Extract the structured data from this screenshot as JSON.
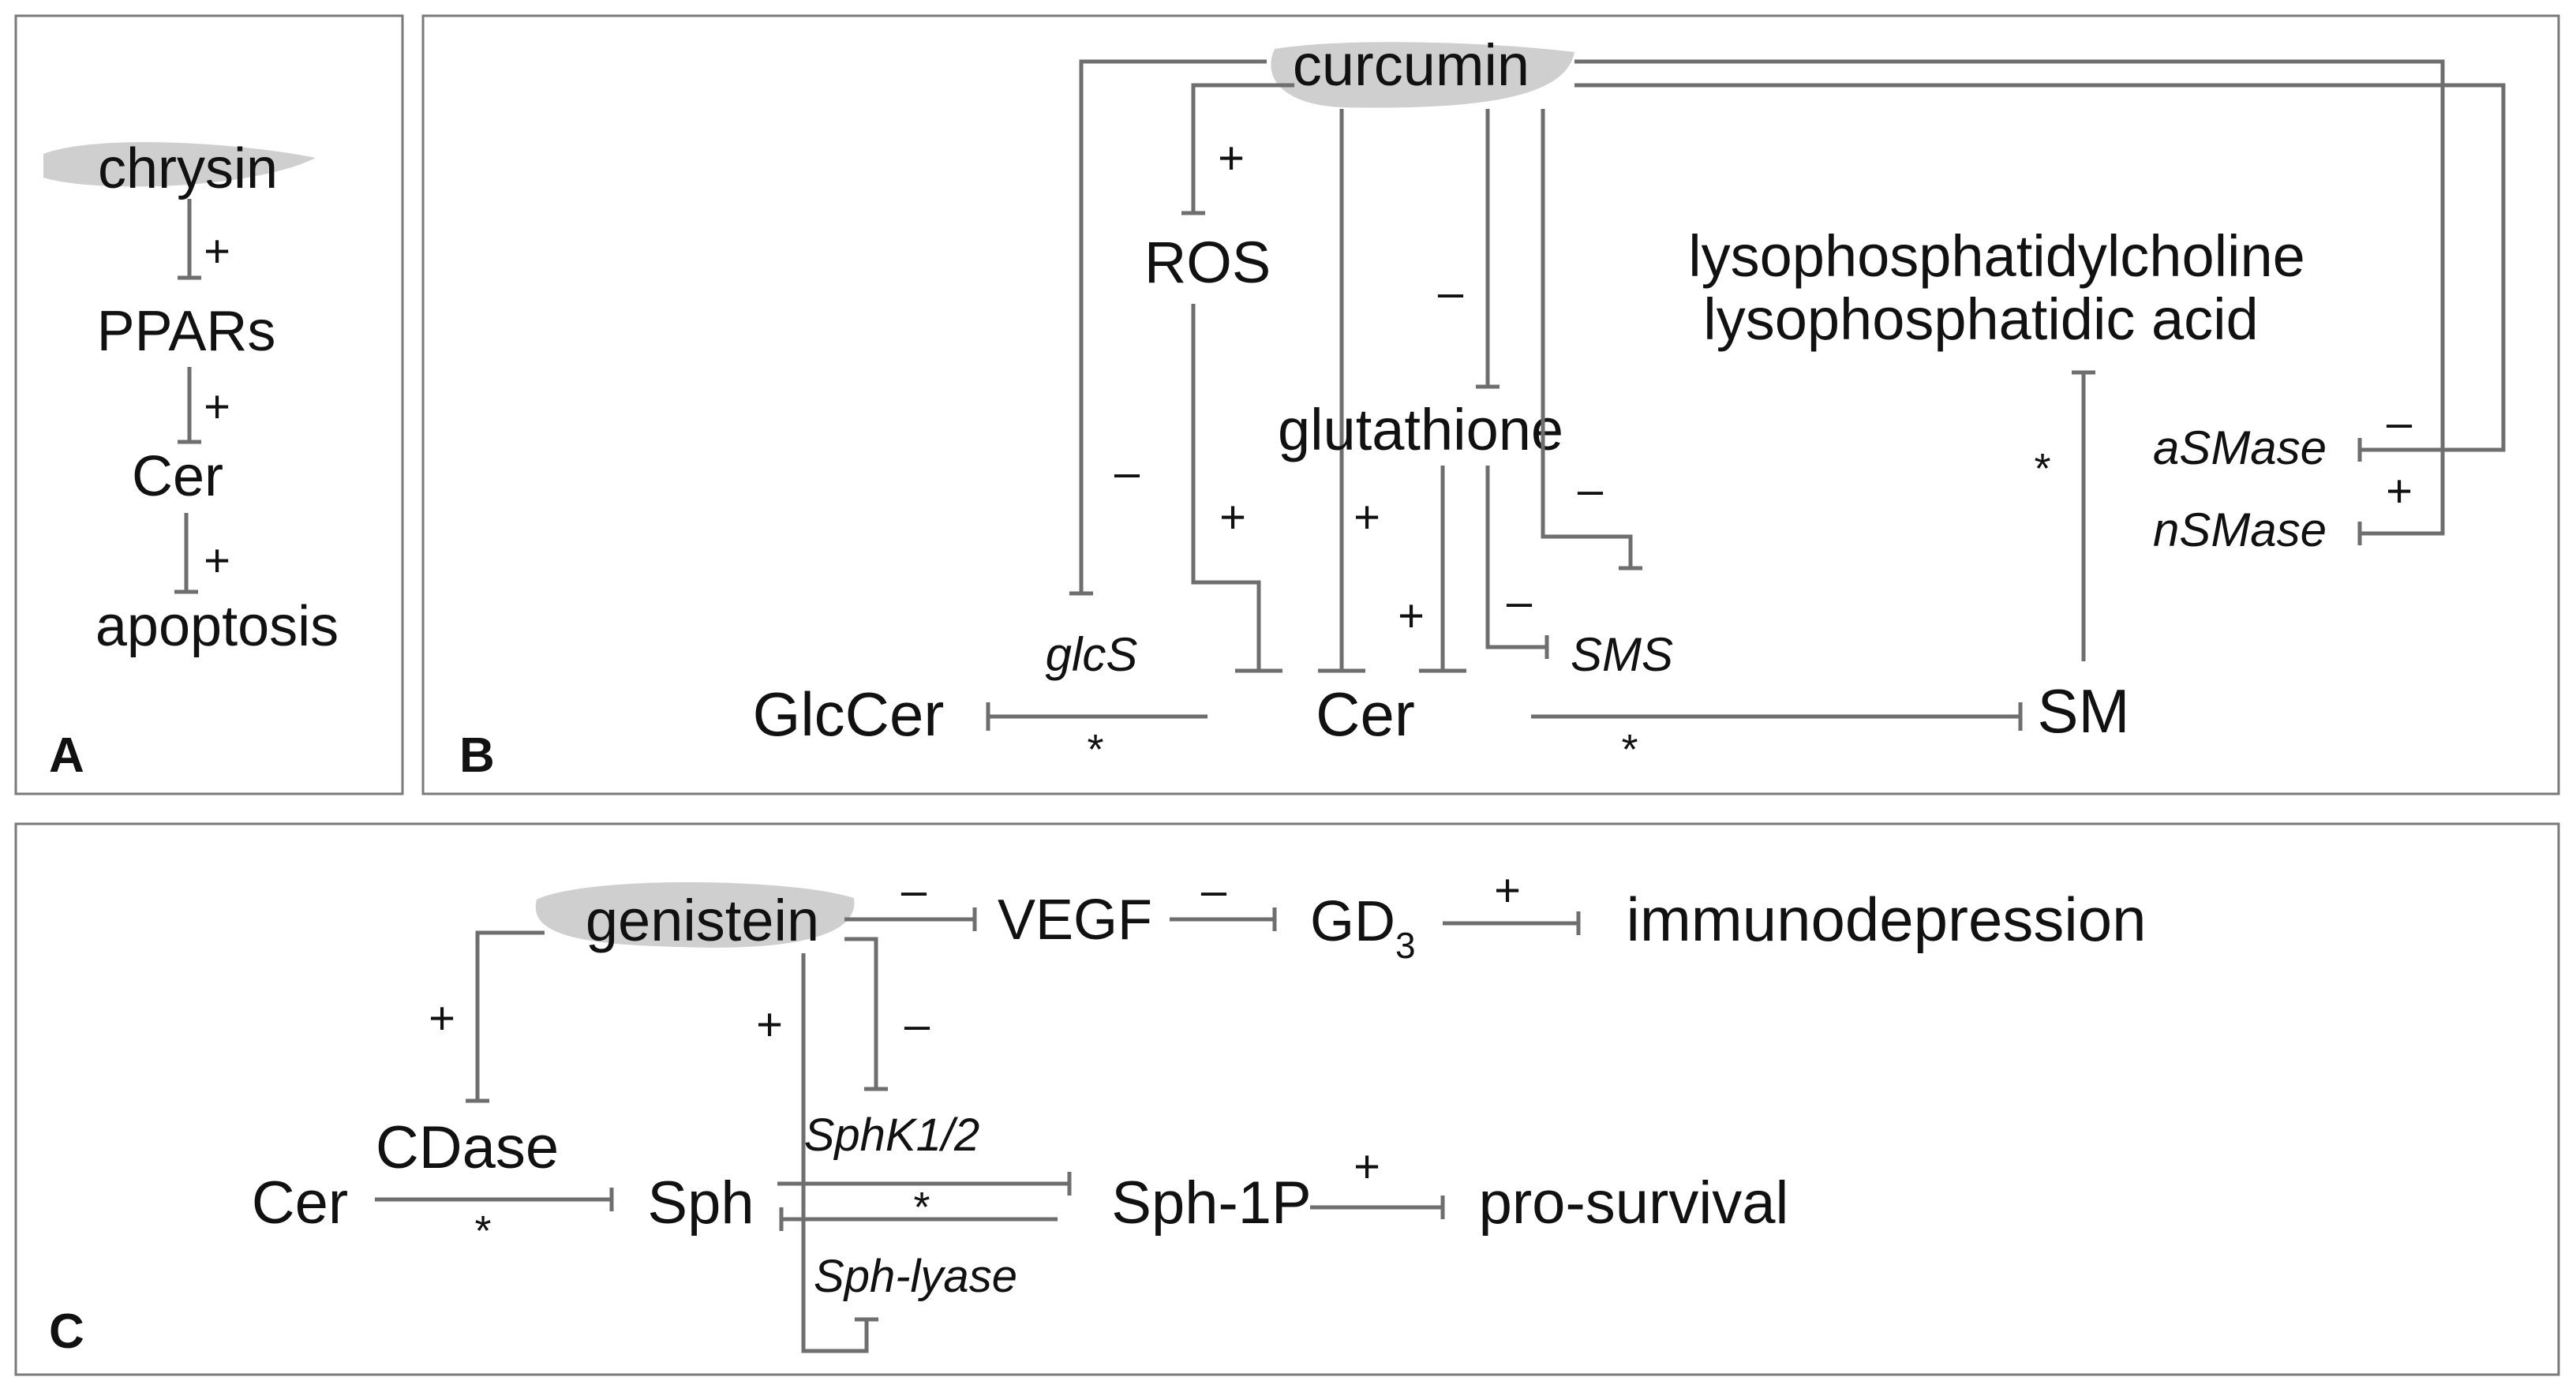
{
  "colors": {
    "line": "#6e6e6e",
    "text": "#111111",
    "highlight": "#cfcfcf",
    "border": "#7a7a7a"
  },
  "panelA": {
    "label": "A",
    "compound": "chrysin",
    "nodes": {
      "ppars": "PPARs",
      "cer": "Cer",
      "apoptosis": "apoptosis"
    },
    "signs": {
      "chrysin_ppars": "+",
      "ppars_cer": "+",
      "cer_apoptosis": "+"
    }
  },
  "panelB": {
    "label": "B",
    "compound": "curcumin",
    "nodes": {
      "ros": "ROS",
      "lysopc": "lysophosphatidylcholine",
      "lpa": "lysophosphatidic acid",
      "glutathione": "glutathione",
      "glccer": "GlcCer",
      "cer": "Cer",
      "sm": "SM"
    },
    "enzymes": {
      "glcs": "glcS",
      "sms": "SMS",
      "asmase": "aSMase",
      "nsmase": "nSMase"
    },
    "signs": {
      "curcumin_ros": "+",
      "curcumin_glutathione": "–",
      "curcumin_glcs": "–",
      "ros_cer": "+",
      "curcumin_cer": "+",
      "glutathione_cer": "+",
      "curcumin_sms": "–",
      "glutathione_sms": "–",
      "curcumin_asmase": "–",
      "curcumin_nsmase": "+"
    },
    "stars": {
      "glccer": "*",
      "sm": "*",
      "lyso": "*"
    }
  },
  "panelC": {
    "label": "C",
    "compound": "genistein",
    "nodes": {
      "vegf": "VEGF",
      "gd3_base": "GD",
      "gd3_sub": "3",
      "immuno": "immunodepression",
      "cdase": "CDase",
      "cer": "Cer",
      "sph": "Sph",
      "sph1p": "Sph-1P",
      "prosurvival": "pro-survival"
    },
    "enzymes": {
      "sphk": "SphK1/2",
      "lyase": "Sph-lyase"
    },
    "signs": {
      "genistein_vegf": "–",
      "vegf_gd3": "–",
      "gd3_immuno": "+",
      "genistein_cdase": "+",
      "genistein_lyase": "+",
      "genistein_sphk": "–",
      "sph1p_prosurvival": "+"
    },
    "stars": {
      "cer_sph": "*",
      "sph_sph1p": "*"
    }
  }
}
